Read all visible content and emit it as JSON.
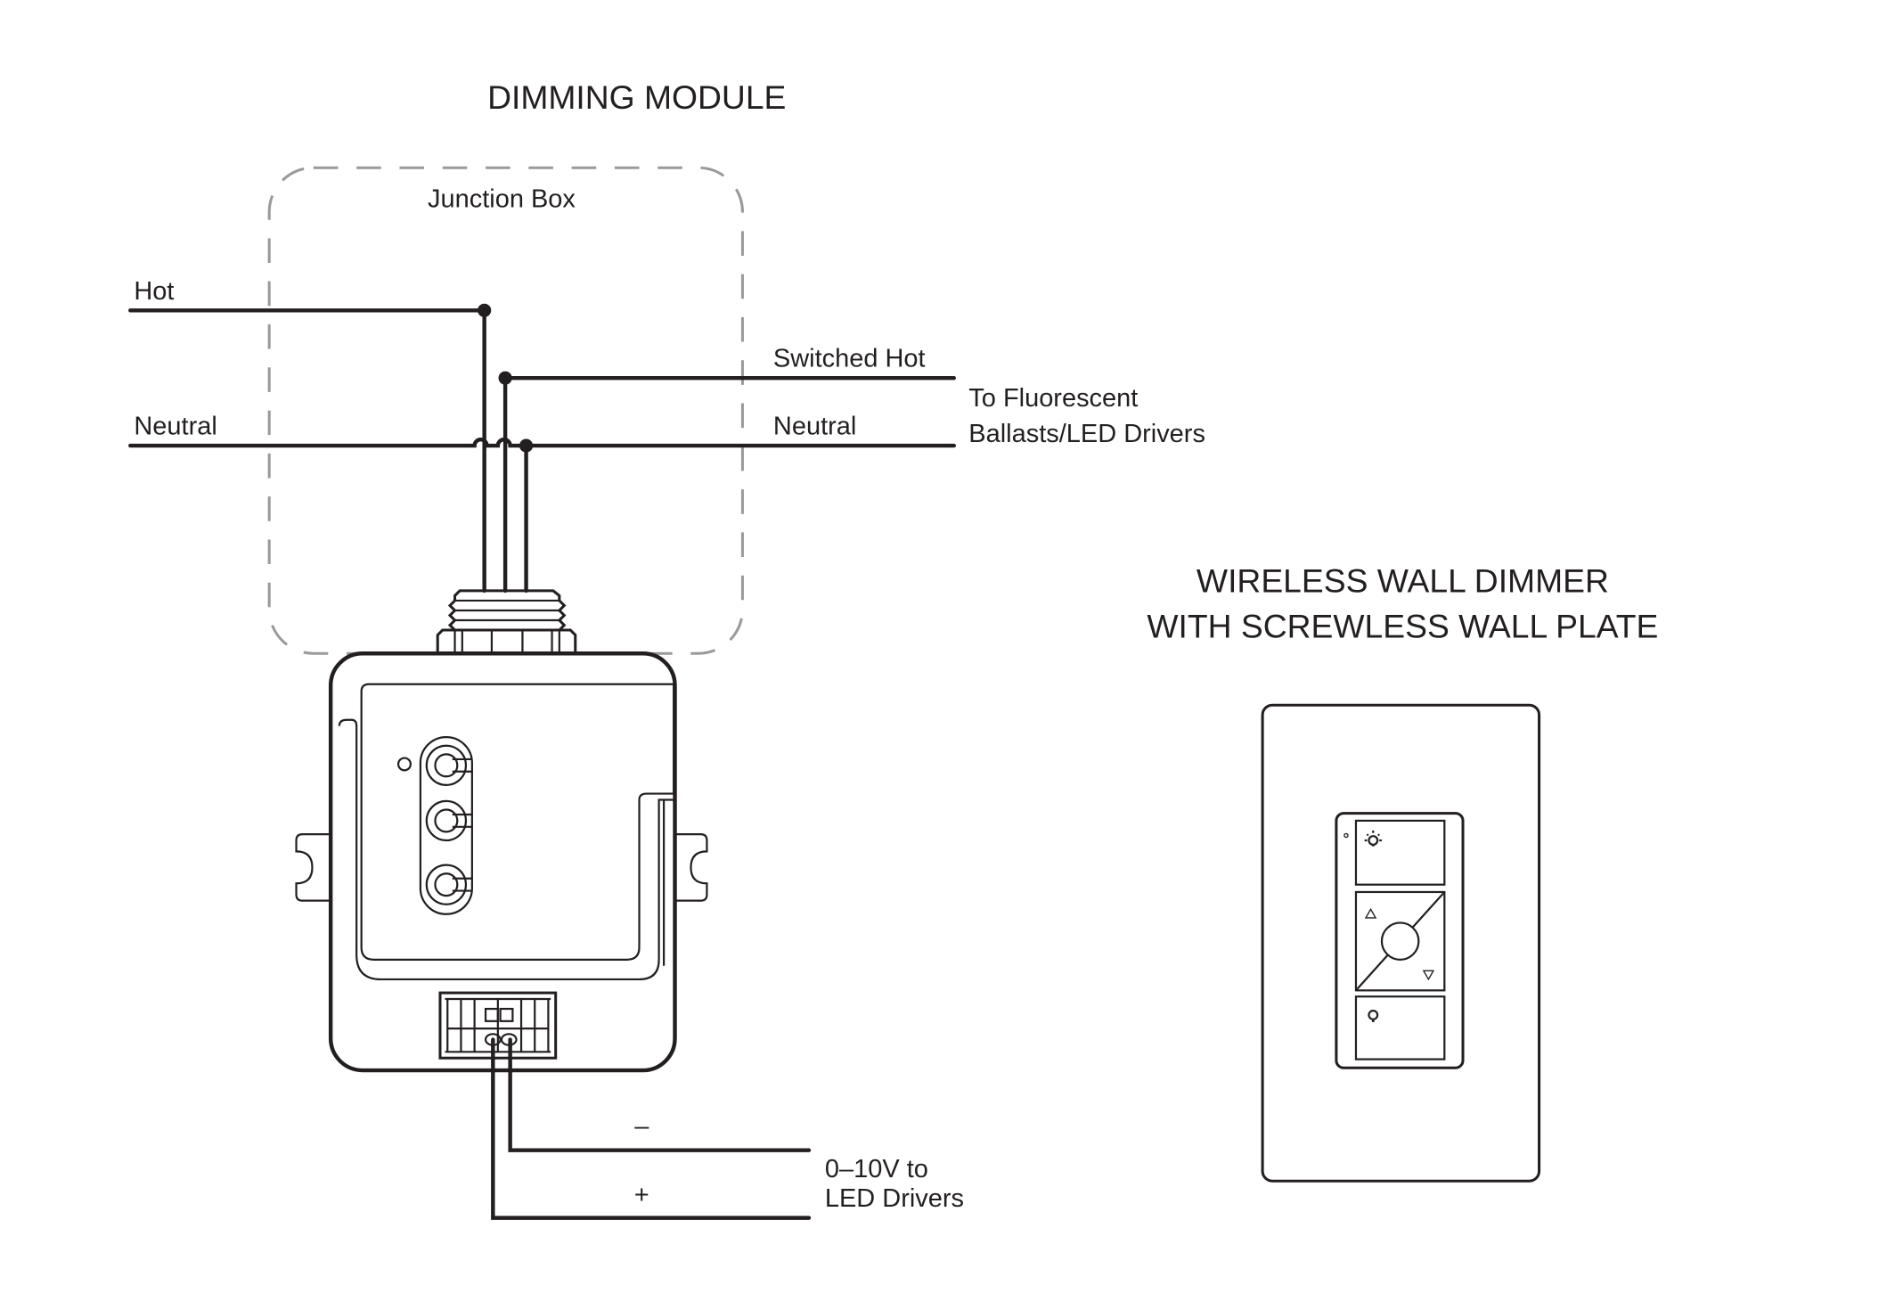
{
  "dimming_module": {
    "title": "DIMMING MODULE",
    "junction_box_label": "Junction Box",
    "line_in": {
      "hot_label": "Hot",
      "neutral_label": "Neutral"
    },
    "load_out": {
      "switched_hot_label": "Switched Hot",
      "neutral_label": "Neutral",
      "destination_line1": "To Fluorescent",
      "destination_line2": "Ballasts/LED Drivers"
    },
    "low_voltage": {
      "minus_label": "–",
      "plus_label": "+",
      "destination_line1": "0–10V to",
      "destination_line2": "LED Drivers"
    }
  },
  "wall_dimmer": {
    "title_line1": "WIRELESS WALL DIMMER",
    "title_line2": "WITH SCREWLESS WALL PLATE",
    "buttons": [
      {
        "name": "on",
        "icon": "light-bulb-on-icon"
      },
      {
        "name": "raise-lower",
        "icon": "up-down-triangle-icons"
      },
      {
        "name": "off",
        "icon": "light-bulb-off-icon"
      }
    ]
  },
  "colors": {
    "ink": "#231f20",
    "dashed_box": "#9a9a9a",
    "background": "#ffffff"
  }
}
